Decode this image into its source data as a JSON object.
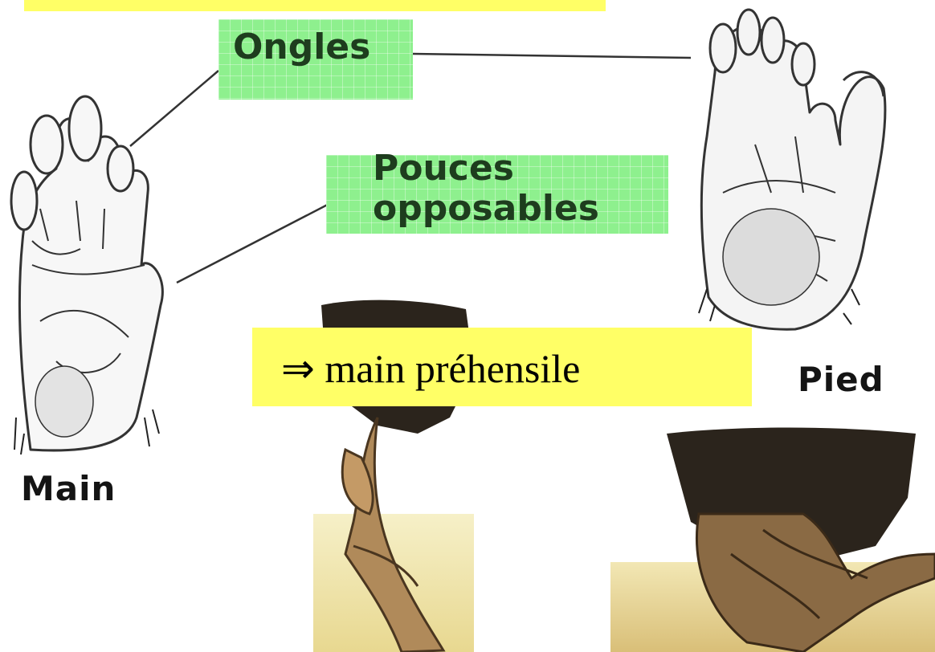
{
  "labels": {
    "ongles": "Ongles",
    "pouces_line1": "Pouces",
    "pouces_line2": "opposables"
  },
  "captions": {
    "main": "Main",
    "pied": "Pied"
  },
  "conclusion": "⇒ main préhensile",
  "colors": {
    "label_green": "#8ef08e",
    "highlight_yellow": "#ffff66",
    "sketch_ink": "#333333",
    "fur_dark": "#2b241c",
    "skin_tan": "#b08a5a"
  }
}
